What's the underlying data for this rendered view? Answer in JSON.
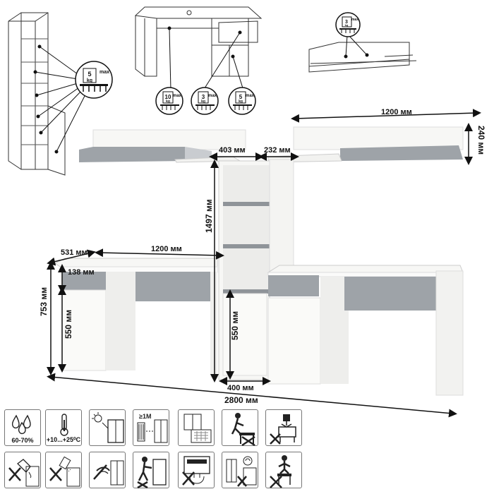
{
  "dimensions": {
    "shelf_width": "1200 мм",
    "shelf_height": "240 мм",
    "tower_width": "403 мм",
    "tower_gap": "232 мм",
    "tower_height": "1497 мм",
    "desk_depth": "531 мм",
    "desk_width": "1200 мм",
    "drawer_height": "138 мм",
    "desk_height": "753 мм",
    "cabinet_height_left": "550 мм",
    "cabinet_height_tower": "550 мм",
    "tower_base_width": "400 мм",
    "total_width": "2800 мм"
  },
  "load_badges": {
    "shelf_tower": {
      "value": "5",
      "unit": "kg",
      "max": "max"
    },
    "desk_top": {
      "value": "10",
      "unit": "kg",
      "max": "max"
    },
    "desk_drawer": {
      "value": "3",
      "unit": "kg",
      "max": "max"
    },
    "desk_shelf": {
      "value": "5",
      "unit": "kg",
      "max": "max"
    },
    "wall_shelf": {
      "value": "3",
      "unit": "kg",
      "max": "max"
    }
  },
  "care_icons": [
    {
      "name": "humidity-icon",
      "caption": "60-70%"
    },
    {
      "name": "temperature-icon",
      "caption": "+10...+25⁰C"
    },
    {
      "name": "no-sunlight-icon",
      "caption": ""
    },
    {
      "name": "heater-distance-icon",
      "caption": "",
      "label": "≥1M"
    },
    {
      "name": "window-icon",
      "caption": ""
    },
    {
      "name": "no-standing-icon",
      "caption": ""
    },
    {
      "name": "no-overload-icon",
      "caption": ""
    },
    {
      "name": "no-wet-clean-icon",
      "caption": ""
    },
    {
      "name": "no-chemicals-icon",
      "caption": ""
    },
    {
      "name": "no-scratch-icon",
      "caption": ""
    },
    {
      "name": "no-push-icon",
      "caption": ""
    },
    {
      "name": "no-heat-icon",
      "caption": ""
    },
    {
      "name": "no-child-climb-icon",
      "caption": ""
    },
    {
      "name": "no-sit-icon",
      "caption": ""
    }
  ],
  "colors": {
    "panel_white": "#f7f7f5",
    "panel_grey": "#9ea3a8",
    "line": "#222222"
  }
}
